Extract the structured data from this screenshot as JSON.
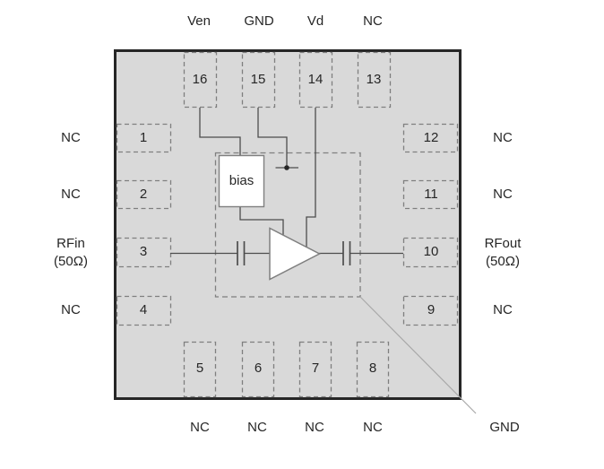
{
  "package": {
    "top_pins": [
      {
        "number": "16",
        "signal": "Ven"
      },
      {
        "number": "15",
        "signal": "GND"
      },
      {
        "number": "14",
        "signal": "Vd"
      },
      {
        "number": "13",
        "signal": "NC"
      }
    ],
    "left_pins": [
      {
        "number": "1",
        "signal": "NC"
      },
      {
        "number": "2",
        "signal": "NC"
      },
      {
        "number": "3",
        "signal": "RFin",
        "signal_sub": "(50Ω)"
      },
      {
        "number": "4",
        "signal": "NC"
      }
    ],
    "right_pins": [
      {
        "number": "12",
        "signal": "NC"
      },
      {
        "number": "11",
        "signal": "NC"
      },
      {
        "number": "10",
        "signal": "RFout",
        "signal_sub": "(50Ω)"
      },
      {
        "number": "9",
        "signal": "NC"
      }
    ],
    "bottom_pins": [
      {
        "number": "5",
        "signal": "NC"
      },
      {
        "number": "6",
        "signal": "NC"
      },
      {
        "number": "7",
        "signal": "NC"
      },
      {
        "number": "8",
        "signal": "NC"
      }
    ],
    "bias_label": "bias",
    "exposed_pad_label": "GND"
  },
  "colors": {
    "chip_fill": "#d9d9d9",
    "chip_border": "#262626",
    "dashed_outline": "#7f7f7f",
    "trace": "#4d4d4d",
    "leader_line": "#a8a8a8",
    "text": "#262626",
    "block_fill": "#ffffff"
  }
}
